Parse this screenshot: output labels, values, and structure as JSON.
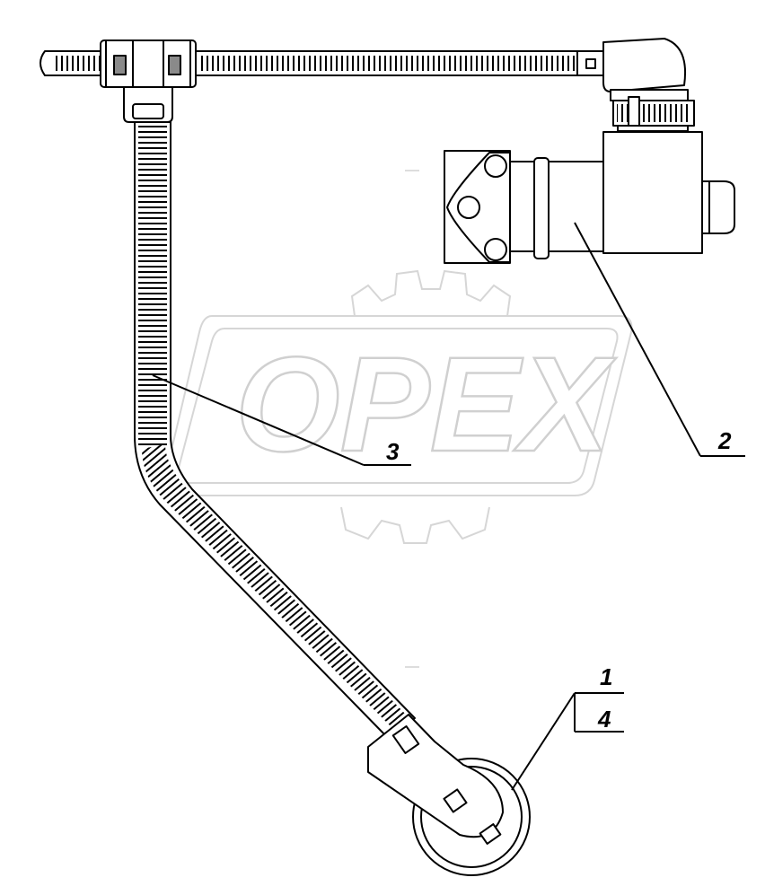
{
  "watermark": {
    "text": "OPEX"
  },
  "callouts": [
    {
      "id": "1",
      "text": "1"
    },
    {
      "id": "2",
      "text": "2"
    },
    {
      "id": "3",
      "text": "3"
    },
    {
      "id": "4",
      "text": "4"
    }
  ]
}
